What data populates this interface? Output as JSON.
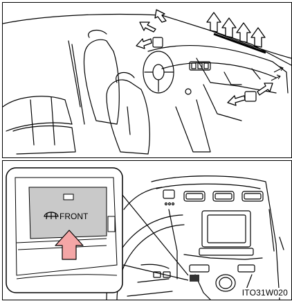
{
  "illustration": {
    "top_panel": "defroster-airflow",
    "bottom_panel": "front-defroster-switch"
  },
  "switch": {
    "label": "FRONT",
    "icon": "front-defroster-icon",
    "indicator_icon": "indicator-lamp-icon",
    "press_arrow_icon": "press-arrow-icon",
    "press_arrow_color": "#f4a6a6"
  },
  "figure_code": "ITO31W020"
}
